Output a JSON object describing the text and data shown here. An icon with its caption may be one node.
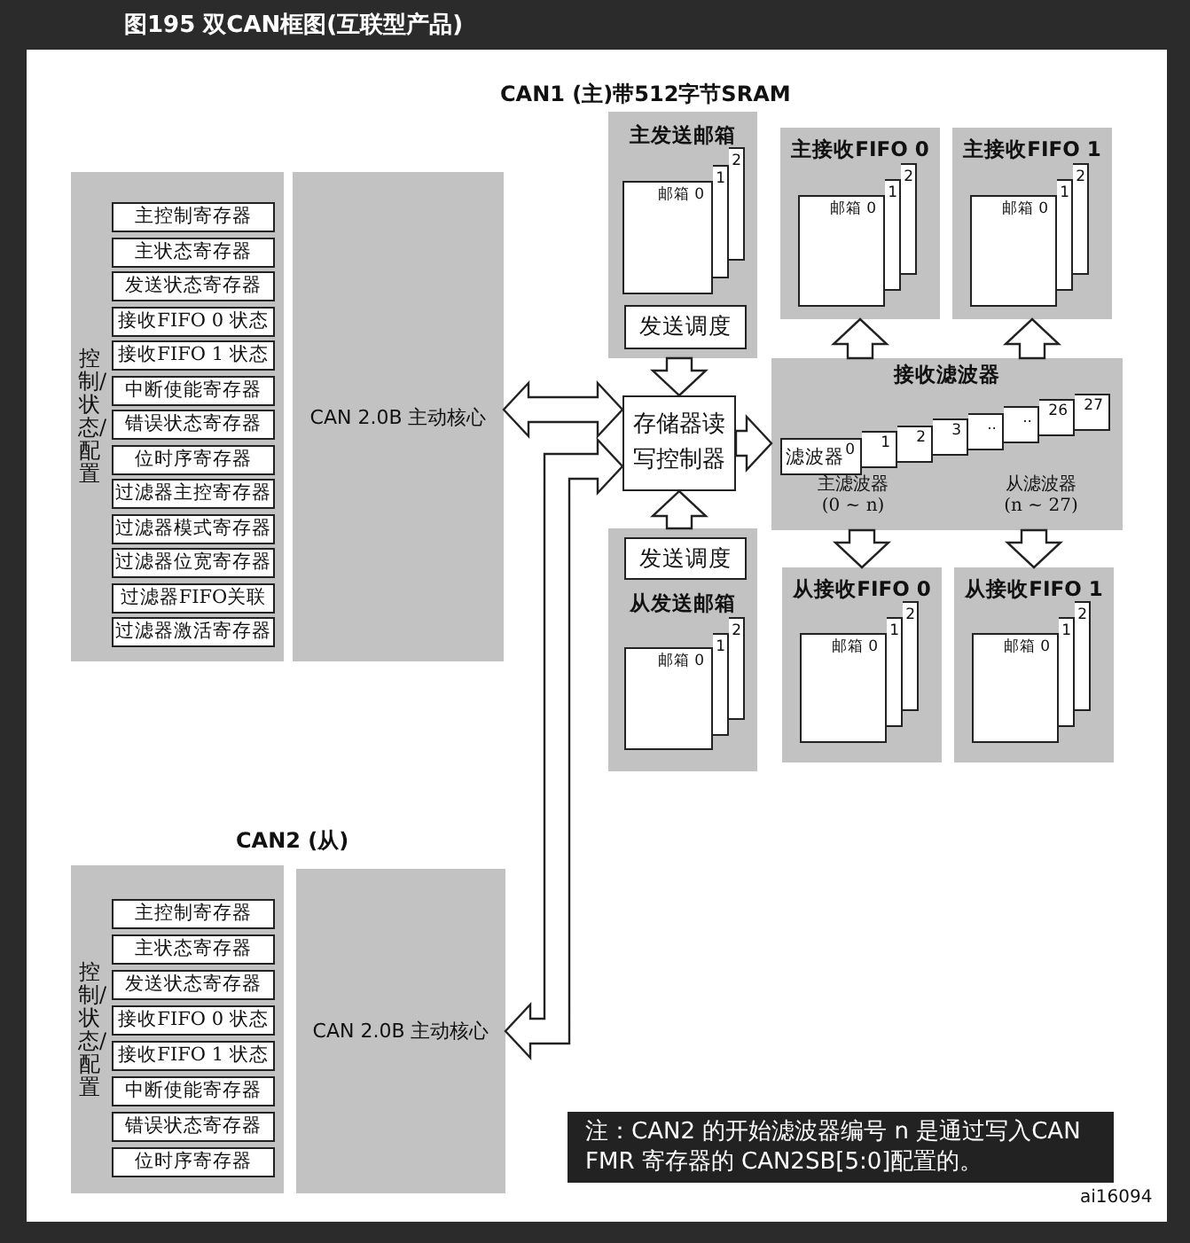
{
  "diagram": {
    "title": "图195 双CAN框图(互联型产品)",
    "nodes": [
      {
        "text": [
          "控制/状态/配置"
        ]
      },
      {
        "text": [
          "主控制寄存器"
        ],
        "in": 0
      },
      {
        "text": [
          "主状态寄存器"
        ],
        "in": 0
      },
      {
        "text": [
          "发送状态寄存器"
        ],
        "in": 0
      },
      {
        "text": [
          "接收FIFO 0 状态"
        ],
        "in": 0
      },
      {
        "text": [
          "接收FIFO 1 状态"
        ],
        "in": 0
      },
      {
        "text": [
          "中断使能寄存器"
        ],
        "in": 0
      },
      {
        "text": [
          "错误状态寄存器"
        ],
        "in": 0
      },
      {
        "text": [
          "位时序寄存器"
        ],
        "in": 0
      },
      {
        "text": [
          "过滤器主控寄存器"
        ],
        "in": 0
      },
      {
        "text": [
          "过滤器模式寄存器"
        ],
        "in": 0
      },
      {
        "text": [
          "过滤器位宽寄存器"
        ],
        "in": 0
      },
      {
        "text": [
          "过滤器FIFO关联"
        ],
        "in": 0
      },
      {
        "text": [
          "过滤器激活寄存器"
        ],
        "in": 0
      },
      {
        "text": [
          "CAN 2.0B 主动核心"
        ]
      },
      {
        "text": [
          "主发送邮箱"
        ]
      },
      {
        "text": [
          "邮箱 0"
        ],
        "in": 15
      },
      {
        "text": [
          "1"
        ],
        "in": 15
      },
      {
        "text": [
          "2"
        ],
        "in": 15
      },
      {
        "text": [
          "发送调度"
        ],
        "in": 15
      },
      {
        "text": [
          "存储器读写控制器"
        ]
      },
      {
        "text": [
          "从发送邮箱"
        ]
      },
      {
        "text": [
          "发送调度"
        ],
        "in": 21
      },
      {
        "text": [
          "邮箱 0"
        ],
        "in": 21
      },
      {
        "text": [
          "1"
        ],
        "in": 21
      },
      {
        "text": [
          "2"
        ],
        "in": 21
      },
      {
        "text": [
          "主接收FIFO 0"
        ]
      },
      {
        "text": [
          "邮箱 0"
        ],
        "in": 26
      },
      {
        "text": [
          "1"
        ],
        "in": 26
      },
      {
        "text": [
          "2"
        ],
        "in": 26
      },
      {
        "text": [
          "主接收FIFO 1"
        ]
      },
      {
        "text": [
          "邮箱 0"
        ],
        "in": 30
      },
      {
        "text": [
          "1"
        ],
        "in": 30
      },
      {
        "text": [
          "2"
        ],
        "in": 30
      },
      {
        "text": [
          "接收滤波器",
          "主滤波器 (0 ~ n)",
          "从滤波器 (n ~ 27)"
        ]
      },
      {
        "text": [
          "滤波器",
          "0"
        ],
        "in": 34
      },
      {
        "text": [
          "1"
        ],
        "in": 34
      },
      {
        "text": [
          "2"
        ],
        "in": 34
      },
      {
        "text": [
          "3"
        ],
        "in": 34
      },
      {
        "text": [
          ".."
        ],
        "in": 34
      },
      {
        "text": [
          ".."
        ],
        "in": 34
      },
      {
        "text": [
          "26"
        ],
        "in": 34
      },
      {
        "text": [
          "27"
        ],
        "in": 34
      },
      {
        "text": [
          "从接收FIFO 0"
        ]
      },
      {
        "text": [
          "邮箱 0"
        ],
        "in": 43
      },
      {
        "text": [
          "1"
        ],
        "in": 43
      },
      {
        "text": [
          "2"
        ],
        "in": 43
      },
      {
        "text": [
          "从接收FIFO 1"
        ]
      },
      {
        "text": [
          "邮箱 0"
        ],
        "in": 47
      },
      {
        "text": [
          "1"
        ],
        "in": 47
      },
      {
        "text": [
          "2"
        ],
        "in": 47
      },
      {
        "text": [
          "控制/状态/配置"
        ]
      },
      {
        "text": [
          "主控制寄存器"
        ],
        "in": 51
      },
      {
        "text": [
          "主状态寄存器"
        ],
        "in": 51
      },
      {
        "text": [
          "发送状态寄存器"
        ],
        "in": 51
      },
      {
        "text": [
          "接收FIFO 0 状态"
        ],
        "in": 51
      },
      {
        "text": [
          "接收FIFO 1 状态"
        ],
        "in": 51
      },
      {
        "text": [
          "中断使能寄存器"
        ],
        "in": 51
      },
      {
        "text": [
          "错误状态寄存器"
        ],
        "in": 51
      },
      {
        "text": [
          "位时序寄存器"
        ],
        "in": 51
      },
      {
        "text": [
          "CAN 2.0B 主动核心"
        ]
      },
      {
        "text": [
          "注：CAN2 的开始滤波器编号 n 是通过写入CAN FMR 寄存器的 CAN2SB[5:0]配置的。"
        ]
      }
    ],
    "edges": [
      {
        "from": 14,
        "to": 20,
        "arrow": "both"
      },
      {
        "from": 15,
        "to": 20,
        "arrow": "to"
      },
      {
        "from": 20,
        "to": 60,
        "arrow": "both"
      },
      {
        "from": 21,
        "to": 20,
        "arrow": "to"
      },
      {
        "from": 20,
        "to": 34,
        "arrow": "to"
      },
      {
        "from": 34,
        "to": 26,
        "arrow": "to"
      },
      {
        "from": 34,
        "to": 30,
        "arrow": "to"
      },
      {
        "from": 34,
        "to": 43,
        "arrow": "to"
      },
      {
        "from": 34,
        "to": 47,
        "arrow": "to"
      }
    ],
    "labels": [
      "CAN1 (主)带512字节SRAM",
      "CAN2 (从)",
      "ai16094"
    ]
  }
}
